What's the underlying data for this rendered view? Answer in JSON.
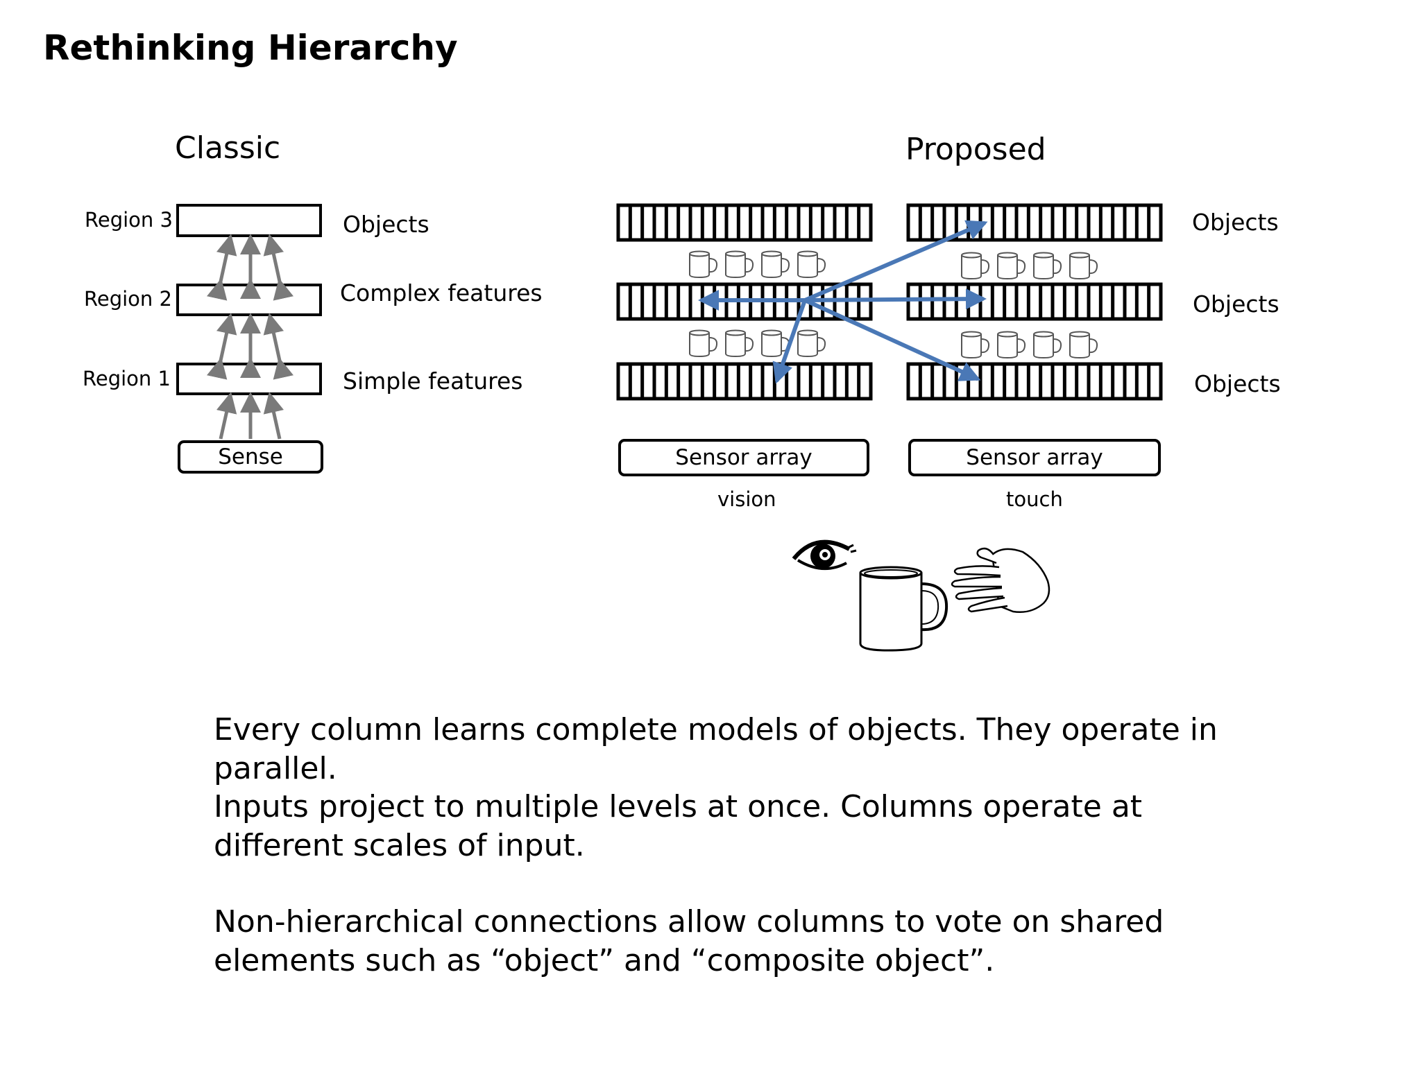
{
  "title": "Rethinking Hierarchy",
  "classic": {
    "heading": "Classic",
    "regions": [
      "Region 3",
      "Region 2",
      "Region 1"
    ],
    "features": [
      "Objects",
      "Complex features",
      "Simple features"
    ],
    "sense": "Sense"
  },
  "proposed": {
    "heading": "Proposed",
    "levels": [
      "Objects",
      "Objects",
      "Objects"
    ],
    "sensors": [
      "Sensor array",
      "Sensor array"
    ],
    "modalities": [
      "vision",
      "touch"
    ]
  },
  "bullets": {
    "b1": "Every column learns complete models of objects. They operate in parallel.",
    "b2": "Inputs project to multiple levels at once. Columns operate at different scales of input.",
    "b3": "Non-hierarchical connections allow columns to vote on shared elements such as “object” and “composite object”."
  },
  "colors": {
    "vote_arrow": "#4a78b6",
    "hier_arrow": "#7a7a7a"
  },
  "icons": [
    "mug-icon",
    "eye-icon",
    "hand-icon"
  ]
}
